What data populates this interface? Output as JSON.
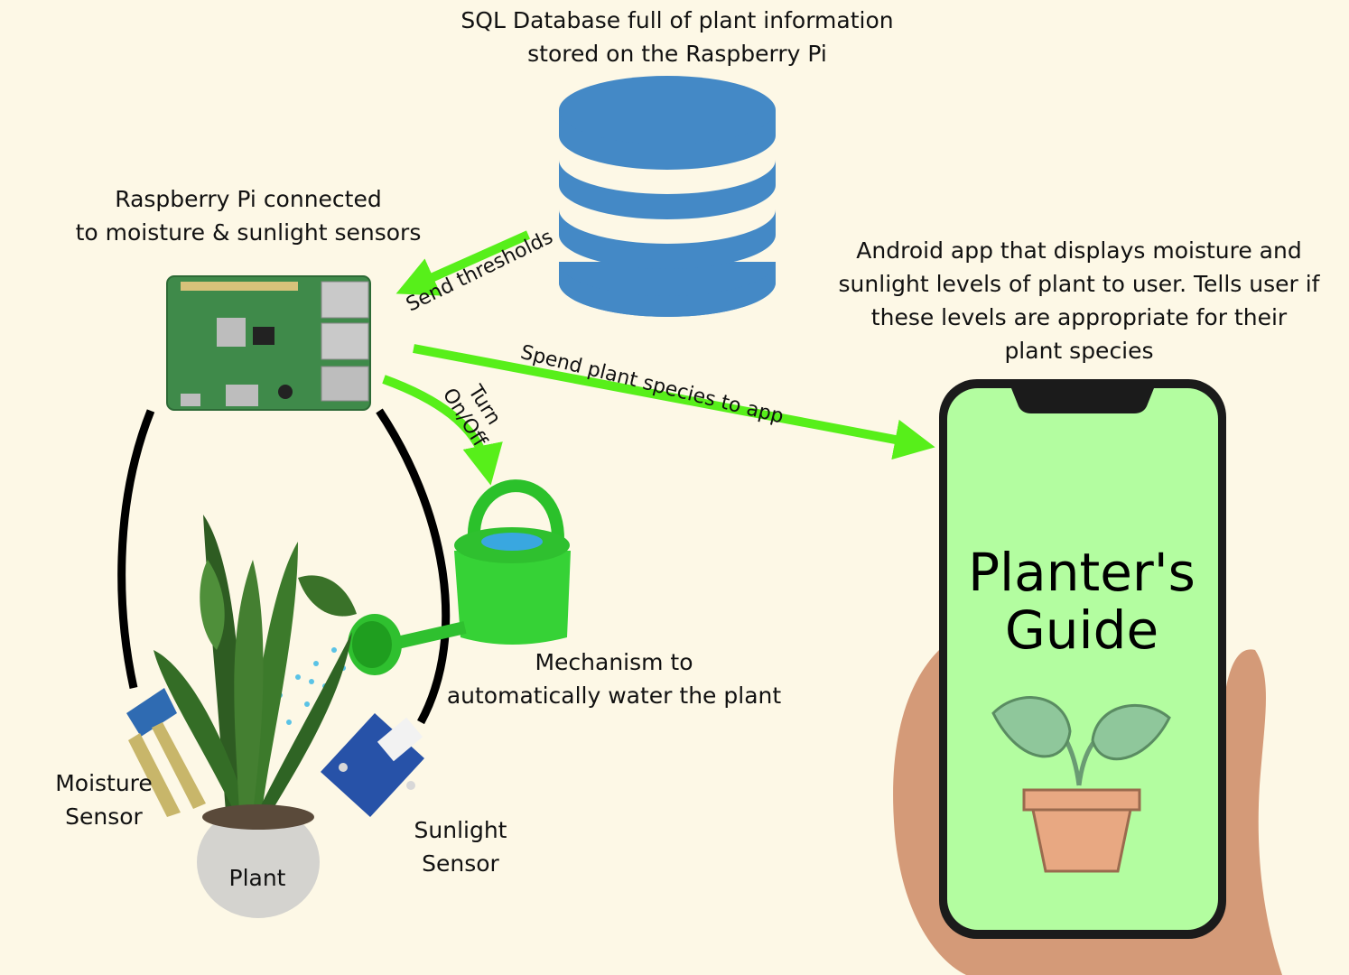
{
  "labels": {
    "database": "SQL Database full of plant information\nstored on the Raspberry Pi",
    "raspberry_pi": "Raspberry Pi connected\nto moisture & sunlight sensors",
    "android_app": "Android app that displays moisture and\nsunlight levels of plant to user. Tells user if\nthese levels are appropriate for their\nplant species",
    "mechanism": "Mechanism to\nautomatically water the plant",
    "moisture_sensor": "Moisture\nSensor",
    "sunlight_sensor": "Sunlight\nSensor",
    "plant": "Plant"
  },
  "arrows": {
    "send_thresholds": "Send thresholds",
    "spend_species": "Spend plant species to app",
    "turn_on_off": "Turn\nOn/Off"
  },
  "phone": {
    "app_title": "Planter's\nGuide"
  },
  "colors": {
    "background": "#fdf8e6",
    "arrow": "#57ef1a",
    "database": "#4489c6",
    "phone_screen": "#b3fda0",
    "pot": "#e8a882",
    "leaf": "#8fc79b"
  }
}
